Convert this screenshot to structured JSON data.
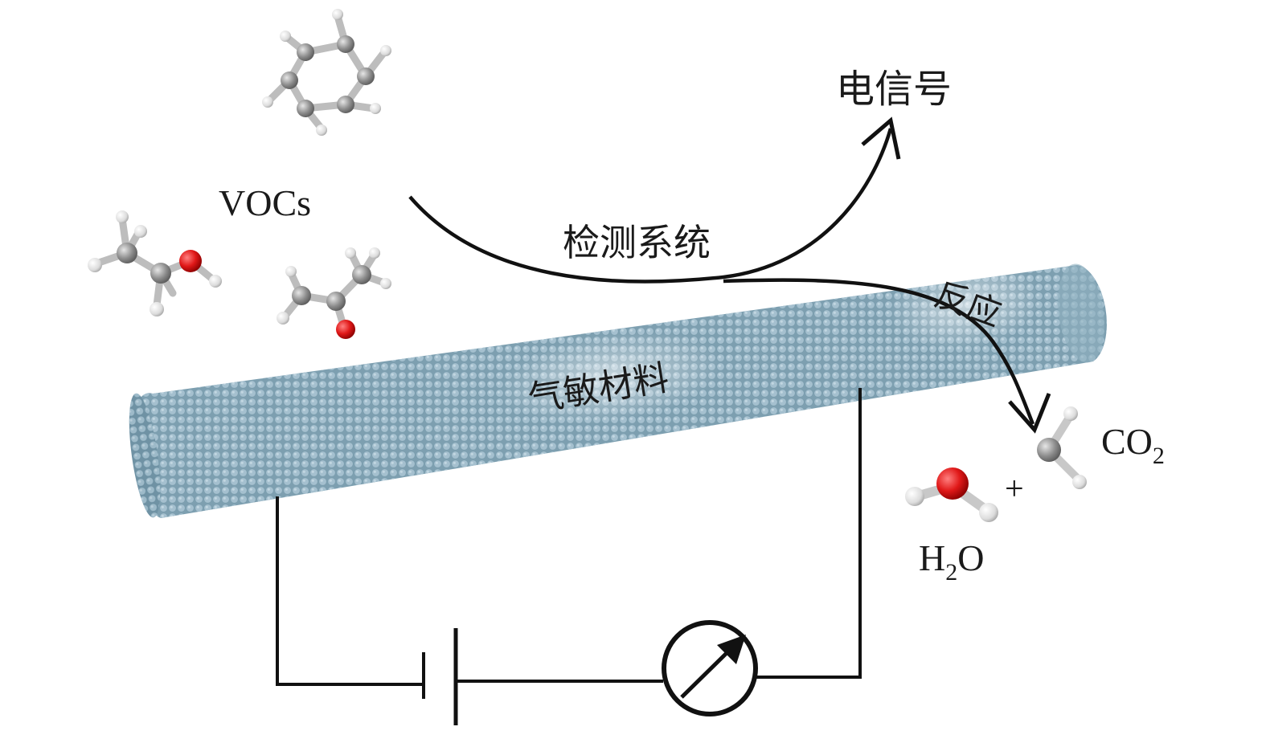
{
  "labels": {
    "vocs": "VOCs",
    "electric_signal": "电信号",
    "detection_system": "检测系统",
    "reaction": "反应",
    "gas_sensitive_material": "气敏材料",
    "co2_main": "CO",
    "co2_sub": "2",
    "h2o_h": "H",
    "h2o_sub": "2",
    "h2o_o": "O",
    "plus": "+"
  },
  "colors": {
    "tube": "#7d9fb0",
    "tube_dot": "#9fbccb",
    "carbon_atom": "#8c8c8c",
    "hydrogen_atom": "#e8e8e8",
    "oxygen_atom": "#e01818",
    "line": "#111111"
  },
  "molecules": [
    "benzene",
    "ethanol",
    "acetone",
    "water",
    "carbon-dioxide"
  ]
}
